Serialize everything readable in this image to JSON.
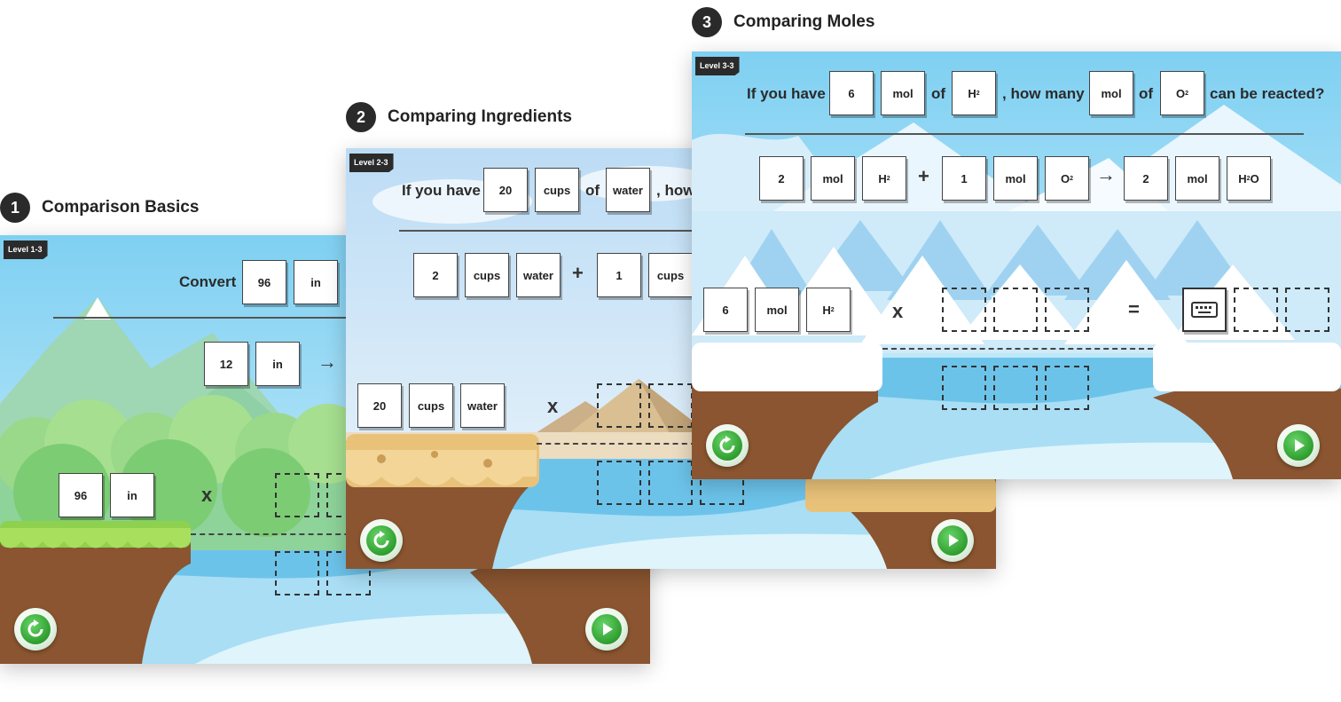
{
  "sections": [
    {
      "number": "1",
      "title": "Comparison Basics"
    },
    {
      "number": "2",
      "title": "Comparing Ingredients"
    },
    {
      "number": "3",
      "title": "Comparing Moles"
    }
  ],
  "panel1": {
    "level": "Level 1-3",
    "prompt": {
      "text": "Convert",
      "value": "96",
      "unit": "in"
    },
    "equation": {
      "value": "12",
      "unit": "in",
      "arrow": "→"
    },
    "work": {
      "value": "96",
      "unit": "in",
      "times": "x"
    }
  },
  "panel2": {
    "level": "Level 2-3",
    "prompt": {
      "text1": "If you have",
      "value": "20",
      "unit": "cups",
      "of": "of",
      "item": "water",
      "tail": ", how"
    },
    "equation": {
      "c1": "2",
      "c2": "cups",
      "c3": "water",
      "plus": "+",
      "c4": "1",
      "c5": "cups"
    },
    "work": {
      "c1": "20",
      "c2": "cups",
      "c3": "water",
      "times": "x"
    }
  },
  "panel3": {
    "level": "Level 3-3",
    "prompt": {
      "text1": "If you have",
      "value": "6",
      "unit": "mol",
      "of1": "of",
      "species": "H",
      "species_sub": "2",
      "mid": ", how many",
      "unit2": "mol",
      "of2": "of",
      "species2": "O",
      "species2_sub": "2",
      "tail": "can be reacted?"
    },
    "equation": {
      "c1": "2",
      "c2": "mol",
      "c3": "H",
      "c3_sub": "2",
      "plus": "+",
      "c4": "1",
      "c5": "mol",
      "c6": "O",
      "c6_sub": "2",
      "arrow": "→",
      "c7": "2",
      "c8": "mol",
      "c9a": "H",
      "c9_sub": "2",
      "c9b": "O"
    },
    "work": {
      "c1": "6",
      "c2": "mol",
      "c3": "H",
      "c3_sub": "2",
      "times": "x",
      "equals": "="
    }
  },
  "icons": {
    "restart": "restart-icon",
    "next": "play-next-icon",
    "keyboard": "keyboard-icon"
  },
  "colors": {
    "button_green": "#2f9e2f",
    "badge_dark": "#2a2a2a"
  }
}
